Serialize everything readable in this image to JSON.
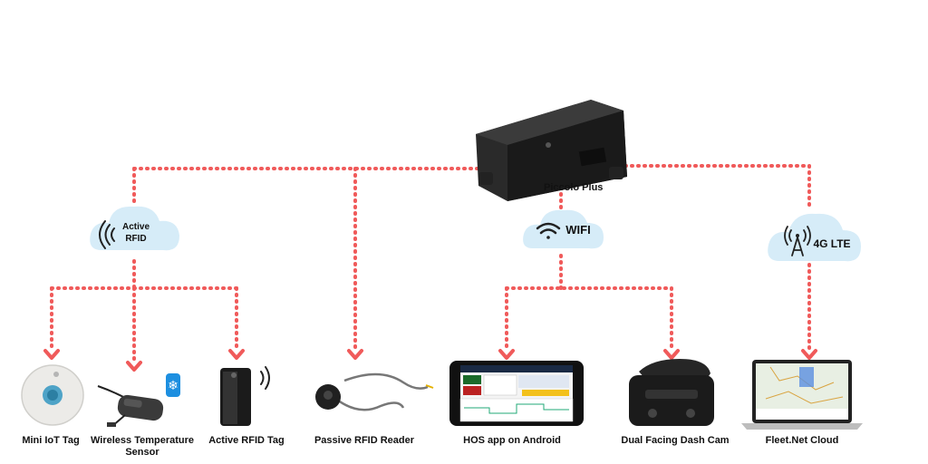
{
  "hub": {
    "label": "Piccolo Plus"
  },
  "clouds": {
    "active_rfid": {
      "line1": "Active",
      "line2": "RFID",
      "icon": "signal-waves-icon"
    },
    "wifi": {
      "label": "WIFI",
      "icon": "wifi-icon"
    },
    "lte": {
      "label": "4G LTE",
      "icon": "cell-tower-icon"
    }
  },
  "devices": {
    "mini_iot_tag": "Mini IoT Tag",
    "temp_sensor": "Wireless Temperature Sensor",
    "active_rfid_tag": "Active RFID Tag",
    "passive_rfid_reader": "Passive RFID Reader",
    "hos_app": "HOS app on Android",
    "dash_cam": "Dual Facing Dash Cam",
    "fleet_cloud": "Fleet.Net Cloud"
  },
  "colors": {
    "connector": "#f05a5a",
    "cloud": "#d6ecf8",
    "device_dark": "#1e1e1e"
  }
}
